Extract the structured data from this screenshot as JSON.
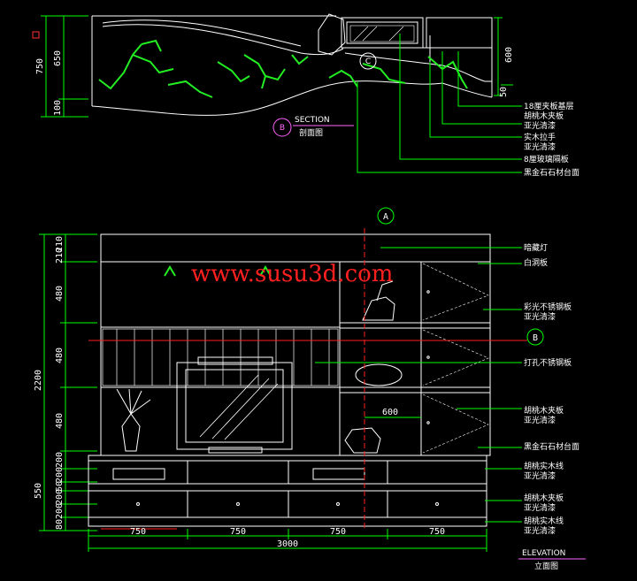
{
  "section_view": {
    "title": "SECTION",
    "title_cn": "剖面图",
    "marker_letter": "B",
    "callout_letter": "C",
    "left_dims": [
      "750",
      "650",
      "100"
    ],
    "right_dim": "600",
    "right_small_dim": "50",
    "notes": [
      "18厘夹板基层",
      "胡桃木夹板",
      "亚光清漆",
      "实木拉手",
      "亚光清漆",
      "8厘玻璃隔板",
      "黑金石石材台面"
    ]
  },
  "elevation_view": {
    "title": "ELEVATION",
    "title_cn": "立面图",
    "top_marker": "A",
    "side_marker": "B",
    "left_dims": [
      "210",
      "210",
      "480",
      "480",
      "480",
      "200",
      "200",
      "550",
      "50",
      "200",
      "200",
      "80"
    ],
    "total_height": "2200",
    "bottom_dims": [
      "750",
      "750",
      "750",
      "750"
    ],
    "total_width": "3000",
    "inner_dim": "600",
    "notes": [
      "暗藏灯",
      "白洞板",
      "彩光不锈钢板",
      "亚光清漆",
      "打孔不锈钢板",
      "胡桃木夹板",
      "亚光清漆",
      "黑金石石材台面",
      "胡桃实木线",
      "亚光清漆",
      "胡桃木夹板",
      "亚光清漆",
      "胡桃实木线",
      "亚光清漆"
    ]
  },
  "watermark": "www.susu3d.com",
  "colors": {
    "line": "#ffffff",
    "dim": "#00ff00",
    "accent": "#ff66ff",
    "water": "#ff2020",
    "guide": "#ff0000"
  }
}
